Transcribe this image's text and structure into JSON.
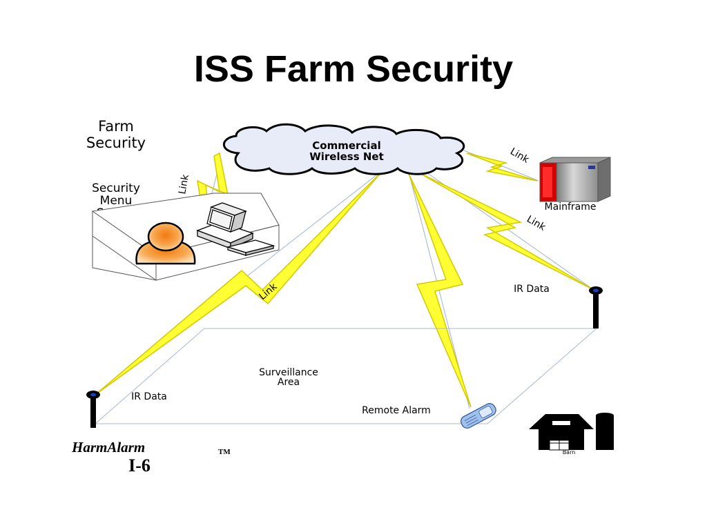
{
  "page": {
    "title": "ISS Farm Security"
  },
  "diagram": {
    "farm_security_heading": [
      "Farm",
      "Security"
    ],
    "menu_label": [
      "Security",
      "Menu",
      "Set Up"
    ],
    "cloud_label": [
      "Commercial",
      "Wireless Net"
    ],
    "mainframe_label": "Mainframe",
    "link_labels": {
      "workstation": "Link",
      "mainframe": "Link",
      "sensor_right": "Link",
      "sensor_left": "Link"
    },
    "ir_data_right": "IR Data",
    "ir_data_left": "IR Data",
    "surveillance_label": [
      "Surveillance",
      "Area"
    ],
    "remote_alarm_label": "Remote Alarm",
    "barn_label": "Barn",
    "brand_name": "HarmAlarm",
    "brand_tm": "TM",
    "model": "I-6"
  },
  "colors": {
    "lightning": "#ffff33",
    "cloud_fill": "#e8ecf8",
    "person": "#f7a24a",
    "mainframe_red": "#d40000",
    "sensor_head": "#1a3fbf",
    "phone": "#9ec2ec"
  }
}
